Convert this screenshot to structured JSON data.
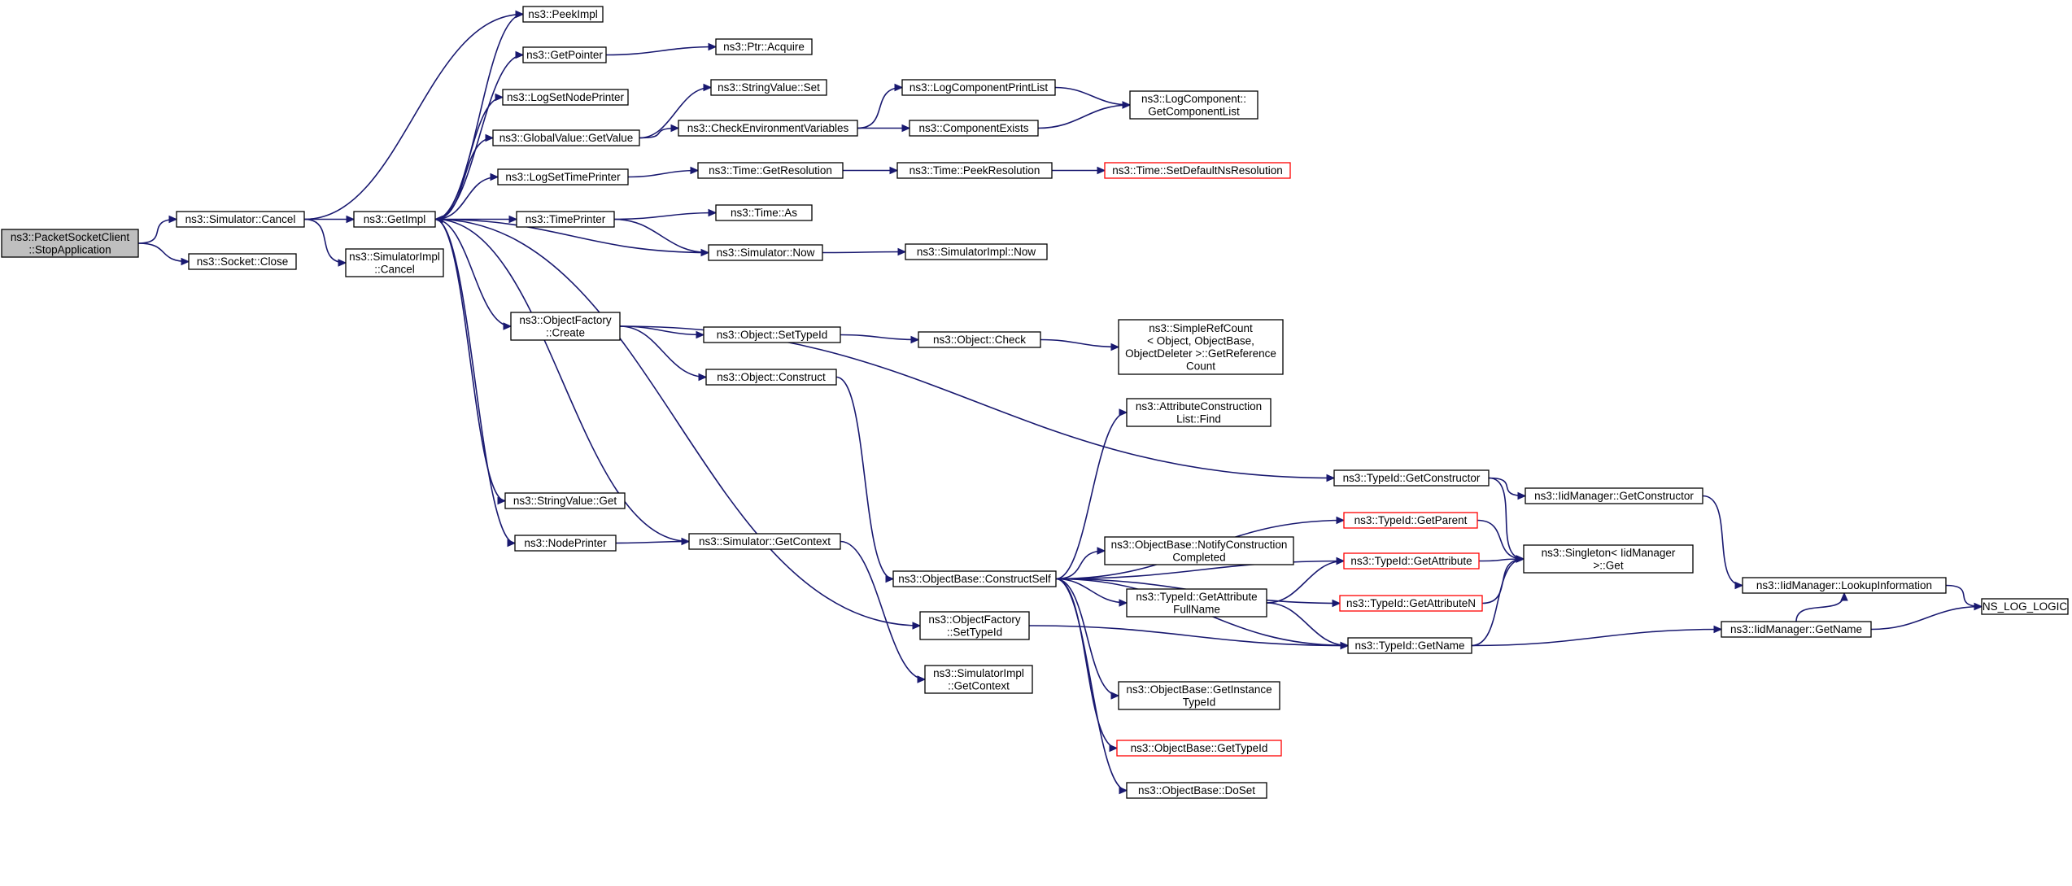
{
  "colors": {
    "edge": "#191970",
    "node_border": "#000000",
    "truncated_border": "#ff0000",
    "root_fill": "#bfbfbf",
    "node_fill": "#ffffff",
    "background": "#ffffff"
  },
  "nodes": [
    {
      "id": "stopapp",
      "lines": [
        "ns3::PacketSocketClient",
        "::StopApplication"
      ],
      "style": "root"
    },
    {
      "id": "simcancel",
      "lines": [
        "ns3::Simulator::Cancel"
      ],
      "style": "normal"
    },
    {
      "id": "sockclose",
      "lines": [
        "ns3::Socket::Close"
      ],
      "style": "normal"
    },
    {
      "id": "getimpl",
      "lines": [
        "ns3::GetImpl"
      ],
      "style": "normal"
    },
    {
      "id": "simimplcancel",
      "lines": [
        "ns3::SimulatorImpl",
        "::Cancel"
      ],
      "style": "normal"
    },
    {
      "id": "peekimpl",
      "lines": [
        "ns3::PeekImpl"
      ],
      "style": "normal"
    },
    {
      "id": "getpointer",
      "lines": [
        "ns3::GetPointer"
      ],
      "style": "normal"
    },
    {
      "id": "ptracquire",
      "lines": [
        "ns3::Ptr::Acquire"
      ],
      "style": "normal"
    },
    {
      "id": "logsetnode",
      "lines": [
        "ns3::LogSetNodePrinter"
      ],
      "style": "normal"
    },
    {
      "id": "globalget",
      "lines": [
        "ns3::GlobalValue::GetValue"
      ],
      "style": "normal"
    },
    {
      "id": "strset",
      "lines": [
        "ns3::StringValue::Set"
      ],
      "style": "normal"
    },
    {
      "id": "checkenv",
      "lines": [
        "ns3::CheckEnvironmentVariables"
      ],
      "style": "normal"
    },
    {
      "id": "logcompprint",
      "lines": [
        "ns3::LogComponentPrintList"
      ],
      "style": "normal"
    },
    {
      "id": "compexists",
      "lines": [
        "ns3::ComponentExists"
      ],
      "style": "normal"
    },
    {
      "id": "logcompget",
      "lines": [
        "ns3::LogComponent::",
        "GetComponentList"
      ],
      "style": "normal"
    },
    {
      "id": "logsettime",
      "lines": [
        "ns3::LogSetTimePrinter"
      ],
      "style": "normal"
    },
    {
      "id": "timegetres",
      "lines": [
        "ns3::Time::GetResolution"
      ],
      "style": "normal"
    },
    {
      "id": "timepeekres",
      "lines": [
        "ns3::Time::PeekResolution"
      ],
      "style": "normal"
    },
    {
      "id": "timesetdef",
      "lines": [
        "ns3::Time::SetDefaultNsResolution"
      ],
      "style": "truncated"
    },
    {
      "id": "timeprinter",
      "lines": [
        "ns3::TimePrinter"
      ],
      "style": "normal"
    },
    {
      "id": "timeas",
      "lines": [
        "ns3::Time::As"
      ],
      "style": "normal"
    },
    {
      "id": "simnow",
      "lines": [
        "ns3::Simulator::Now"
      ],
      "style": "normal"
    },
    {
      "id": "simimplnow",
      "lines": [
        "ns3::SimulatorImpl::Now"
      ],
      "style": "normal"
    },
    {
      "id": "objfactcreate",
      "lines": [
        "ns3::ObjectFactory",
        "::Create"
      ],
      "style": "normal"
    },
    {
      "id": "objsettypeid",
      "lines": [
        "ns3::Object::SetTypeId"
      ],
      "style": "normal"
    },
    {
      "id": "objcheck",
      "lines": [
        "ns3::Object::Check"
      ],
      "style": "normal"
    },
    {
      "id": "simplerefcount",
      "lines": [
        "ns3::SimpleRefCount",
        "< Object, ObjectBase,",
        "ObjectDeleter >::GetReference",
        "Count"
      ],
      "style": "normal"
    },
    {
      "id": "objconstruct",
      "lines": [
        "ns3::Object::Construct"
      ],
      "style": "normal"
    },
    {
      "id": "attrconstrfind",
      "lines": [
        "ns3::AttributeConstruction",
        "List::Find"
      ],
      "style": "normal"
    },
    {
      "id": "typeidgetctor",
      "lines": [
        "ns3::TypeId::GetConstructor"
      ],
      "style": "normal"
    },
    {
      "id": "iidgetctor",
      "lines": [
        "ns3::IidManager::GetConstructor"
      ],
      "style": "normal"
    },
    {
      "id": "typeidgetparent",
      "lines": [
        "ns3::TypeId::GetParent"
      ],
      "style": "truncated"
    },
    {
      "id": "singletonget",
      "lines": [
        "ns3::Singleton< IidManager",
        " >::Get"
      ],
      "style": "normal"
    },
    {
      "id": "strget",
      "lines": [
        "ns3::StringValue::Get"
      ],
      "style": "normal"
    },
    {
      "id": "objbasenotify",
      "lines": [
        "ns3::ObjectBase::NotifyConstruction",
        "Completed"
      ],
      "style": "normal"
    },
    {
      "id": "typeidgetattr",
      "lines": [
        "ns3::TypeId::GetAttribute"
      ],
      "style": "truncated"
    },
    {
      "id": "nodeprinter",
      "lines": [
        "ns3::NodePrinter"
      ],
      "style": "normal"
    },
    {
      "id": "simgetctx",
      "lines": [
        "ns3::Simulator::GetContext"
      ],
      "style": "normal"
    },
    {
      "id": "objbaseconstructself",
      "lines": [
        "ns3::ObjectBase::ConstructSelf"
      ],
      "style": "normal"
    },
    {
      "id": "typeidgetattrfull",
      "lines": [
        "ns3::TypeId::GetAttribute",
        "FullName"
      ],
      "style": "normal"
    },
    {
      "id": "iidlookup",
      "lines": [
        "ns3::IidManager::LookupInformation"
      ],
      "style": "normal"
    },
    {
      "id": "typeidgetattrn",
      "lines": [
        "ns3::TypeId::GetAttributeN"
      ],
      "style": "truncated"
    },
    {
      "id": "nslog",
      "lines": [
        "NS_LOG_LOGIC"
      ],
      "style": "normal"
    },
    {
      "id": "objfactsettypeid",
      "lines": [
        "ns3::ObjectFactory",
        "::SetTypeId"
      ],
      "style": "normal"
    },
    {
      "id": "typeidgetname",
      "lines": [
        "ns3::TypeId::GetName"
      ],
      "style": "normal"
    },
    {
      "id": "iidgetname",
      "lines": [
        "ns3::IidManager::GetName"
      ],
      "style": "normal"
    },
    {
      "id": "simimplgetctx",
      "lines": [
        "ns3::SimulatorImpl",
        "::GetContext"
      ],
      "style": "normal"
    },
    {
      "id": "objbasegetinst",
      "lines": [
        "ns3::ObjectBase::GetInstance",
        "TypeId"
      ],
      "style": "normal"
    },
    {
      "id": "objbasegettypeid",
      "lines": [
        "ns3::ObjectBase::GetTypeId"
      ],
      "style": "truncated"
    },
    {
      "id": "objbasedoset",
      "lines": [
        "ns3::ObjectBase::DoSet"
      ],
      "style": "normal"
    }
  ],
  "edges": [
    [
      "stopapp",
      "simcancel"
    ],
    [
      "stopapp",
      "sockclose"
    ],
    [
      "simcancel",
      "peekimpl"
    ],
    [
      "simcancel",
      "getimpl"
    ],
    [
      "simcancel",
      "simimplcancel"
    ],
    [
      "getimpl",
      "peekimpl"
    ],
    [
      "getimpl",
      "getpointer"
    ],
    [
      "getimpl",
      "logsetnode"
    ],
    [
      "getimpl",
      "globalget"
    ],
    [
      "getimpl",
      "logsettime"
    ],
    [
      "getimpl",
      "timeprinter"
    ],
    [
      "getimpl",
      "objfactcreate"
    ],
    [
      "getimpl",
      "strget"
    ],
    [
      "getimpl",
      "nodeprinter"
    ],
    [
      "getimpl",
      "objfactsettypeid"
    ],
    [
      "getpointer",
      "ptracquire"
    ],
    [
      "globalget",
      "strset"
    ],
    [
      "globalget",
      "checkenv"
    ],
    [
      "checkenv",
      "logcompprint"
    ],
    [
      "checkenv",
      "compexists"
    ],
    [
      "logcompprint",
      "logcompget"
    ],
    [
      "compexists",
      "logcompget"
    ],
    [
      "logsettime",
      "timegetres"
    ],
    [
      "timegetres",
      "timepeekres"
    ],
    [
      "timepeekres",
      "timesetdef"
    ],
    [
      "timeprinter",
      "timeas"
    ],
    [
      "timeprinter",
      "simnow"
    ],
    [
      "simnow",
      "getimpl"
    ],
    [
      "simnow",
      "simimplnow"
    ],
    [
      "objfactcreate",
      "typeidgetctor"
    ],
    [
      "objfactcreate",
      "objsettypeid"
    ],
    [
      "objfactcreate",
      "objconstruct"
    ],
    [
      "objsettypeid",
      "objcheck"
    ],
    [
      "objcheck",
      "simplerefcount"
    ],
    [
      "objconstruct",
      "objbaseconstructself"
    ],
    [
      "nodeprinter",
      "simgetctx"
    ],
    [
      "simgetctx",
      "getimpl"
    ],
    [
      "simgetctx",
      "simimplgetctx"
    ],
    [
      "objbaseconstructself",
      "attrconstrfind"
    ],
    [
      "objbaseconstructself",
      "typeidgetparent"
    ],
    [
      "objbaseconstructself",
      "typeidgetattr"
    ],
    [
      "objbaseconstructself",
      "objbasenotify"
    ],
    [
      "objbaseconstructself",
      "typeidgetattrfull"
    ],
    [
      "objbaseconstructself",
      "typeidgetattrn"
    ],
    [
      "objbaseconstructself",
      "typeidgetname"
    ],
    [
      "objbaseconstructself",
      "objbasegetinst"
    ],
    [
      "objbaseconstructself",
      "objbasegettypeid"
    ],
    [
      "objbaseconstructself",
      "objbasedoset"
    ],
    [
      "typeidgetctor",
      "iidgetctor"
    ],
    [
      "typeidgetctor",
      "singletonget"
    ],
    [
      "iidgetctor",
      "iidlookup"
    ],
    [
      "typeidgetparent",
      "singletonget"
    ],
    [
      "typeidgetattr",
      "singletonget"
    ],
    [
      "typeidgetattrfull",
      "typeidgetattr"
    ],
    [
      "typeidgetattrfull",
      "typeidgetname"
    ],
    [
      "typeidgetattrn",
      "singletonget"
    ],
    [
      "typeidgetname",
      "singletonget"
    ],
    [
      "typeidgetname",
      "iidgetname"
    ],
    [
      "iidgetname",
      "iidlookup"
    ],
    [
      "iidgetname",
      "nslog"
    ],
    [
      "iidlookup",
      "nslog"
    ],
    [
      "objfactsettypeid",
      "typeidgetname"
    ]
  ]
}
